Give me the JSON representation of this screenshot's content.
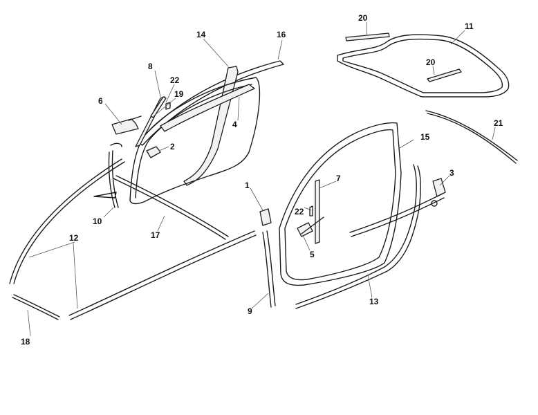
{
  "callouts": [
    {
      "id": "c1",
      "label": "1"
    },
    {
      "id": "c2",
      "label": "2"
    },
    {
      "id": "c3",
      "label": "3"
    },
    {
      "id": "c4",
      "label": "4"
    },
    {
      "id": "c5",
      "label": "5"
    },
    {
      "id": "c6",
      "label": "6"
    },
    {
      "id": "c7",
      "label": "7"
    },
    {
      "id": "c8",
      "label": "8"
    },
    {
      "id": "c9",
      "label": "9"
    },
    {
      "id": "c10",
      "label": "10"
    },
    {
      "id": "c11",
      "label": "11"
    },
    {
      "id": "c12",
      "label": "12"
    },
    {
      "id": "c13",
      "label": "13"
    },
    {
      "id": "c14",
      "label": "14"
    },
    {
      "id": "c15",
      "label": "15"
    },
    {
      "id": "c16",
      "label": "16"
    },
    {
      "id": "c17",
      "label": "17"
    },
    {
      "id": "c18",
      "label": "18"
    },
    {
      "id": "c19",
      "label": "19"
    },
    {
      "id": "c20a",
      "label": "20"
    },
    {
      "id": "c20b",
      "label": "20"
    },
    {
      "id": "c21",
      "label": "21"
    },
    {
      "id": "c22a",
      "label": "22"
    },
    {
      "id": "c22b",
      "label": "22"
    }
  ]
}
